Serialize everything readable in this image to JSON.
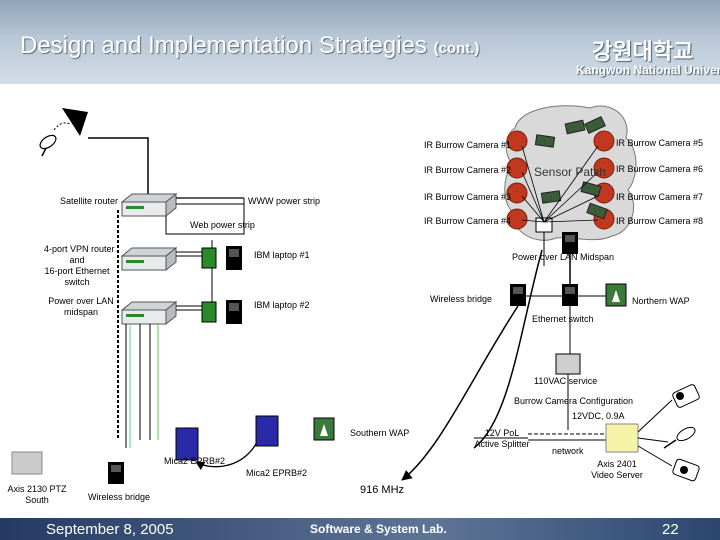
{
  "header": {
    "title": "Design and Implementation Strategies",
    "title_suffix": "(cont.)",
    "university_ko": "강원대학교",
    "university_en": "Kangwon National University"
  },
  "footer": {
    "date": "September 8, 2005",
    "lab": "Software & System Lab.",
    "page": "22"
  },
  "diagram": {
    "satellite_router": "Satellite router",
    "www_power_strip": "WWW power strip",
    "web_power_strip": "Web power strip",
    "vpn_router_1": "4-port VPN router",
    "vpn_router_2": "and",
    "vpn_router_3": "16-port Ethernet",
    "vpn_router_4": "switch",
    "poe_midspan_1": "Power over LAN",
    "poe_midspan_2": "midspan",
    "ibm_laptop_1": "IBM laptop #1",
    "ibm_laptop_2": "IBM laptop #2",
    "cam1": "IR Burrow Camera #1",
    "cam2": "IR Burrow Camera #2",
    "cam3": "IR Burrow Camera #3",
    "cam4": "IR Burrow Camera #4",
    "cam5": "IR Burrow Camera #5",
    "cam6": "IR Burrow Camera #6",
    "cam7": "IR Burrow Camera #7",
    "cam8": "IR Burrow Camera #8",
    "sensor_patch": "Sensor Patch",
    "poe_lan_midspan": "Power over LAN Midspan",
    "wireless_bridge_right": "Wireless bridge",
    "northern_wap": "Northern WAP",
    "ethernet_switch": "Ethernet switch",
    "service_110vac": "110VAC service",
    "burrow_config": "Burrow Camera Configuration",
    "voltage": "12VDC, 0.9A",
    "poe_splitter_1": "12V PoL",
    "poe_splitter_2": "Active Splitter",
    "network": "network",
    "axis_2401_1": "Axis 2401",
    "axis_2401_2": "Video Server",
    "southern_wap": "Southern WAP",
    "mica2_a": "Mica2 EPRB#2",
    "mica2_b": "Mica2 EPRB#2",
    "mhz": "916 MHz",
    "axis_ptz_1": "Axis 2130 PTZ",
    "axis_ptz_2": "South",
    "wireless_bridge_left": "Wireless bridge"
  },
  "colors": {
    "burrow": "#c0391f",
    "wap": "#3c7a3c",
    "mica2": "#2a2aa8",
    "video_server": "#f4f3a8"
  }
}
